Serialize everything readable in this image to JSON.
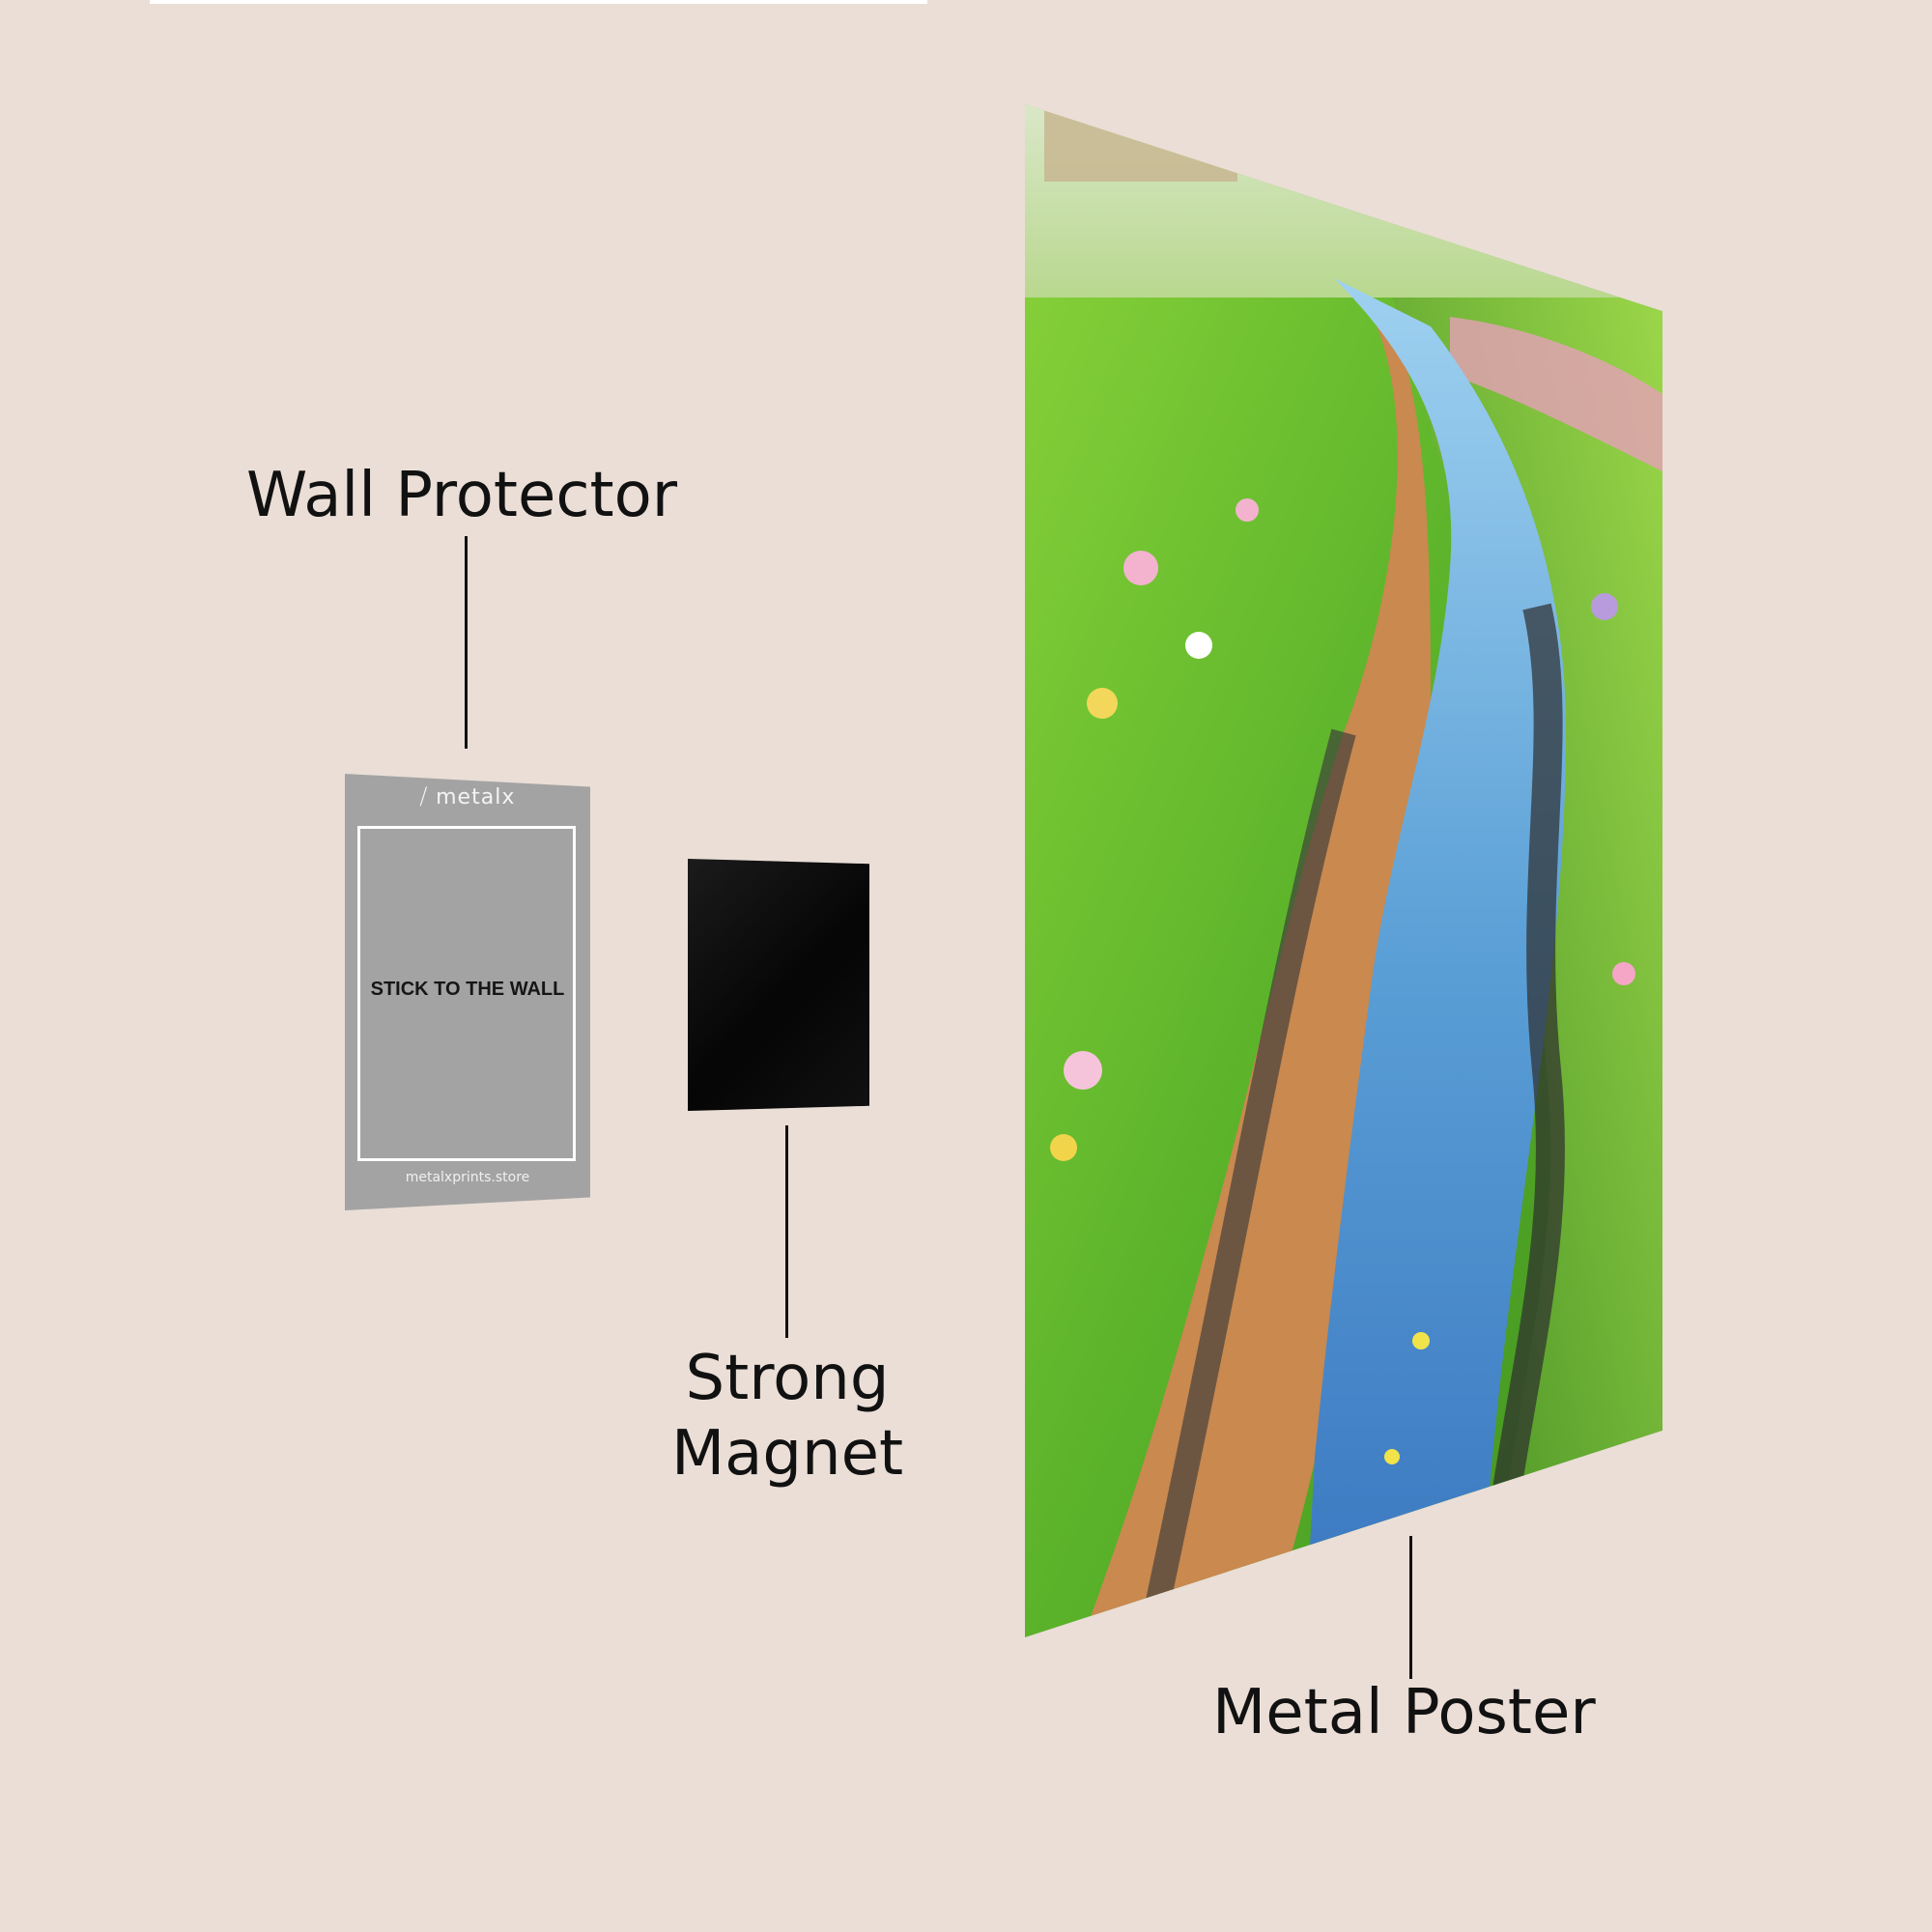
{
  "labels": {
    "wall_protector": "Wall Protector",
    "strong_magnet_line1": "Strong",
    "strong_magnet_line2": "Magnet",
    "metal_poster": "Metal Poster"
  },
  "protector": {
    "logo": "⧸ metalx",
    "text": "STICK TO THE WALL",
    "url": "metalxprints.store"
  },
  "colors": {
    "background": "#eaded6",
    "protector": "#a3a3a3",
    "magnet": "#0a0a0a"
  },
  "icons": {
    "poster_image": "landscape-stream-image"
  }
}
